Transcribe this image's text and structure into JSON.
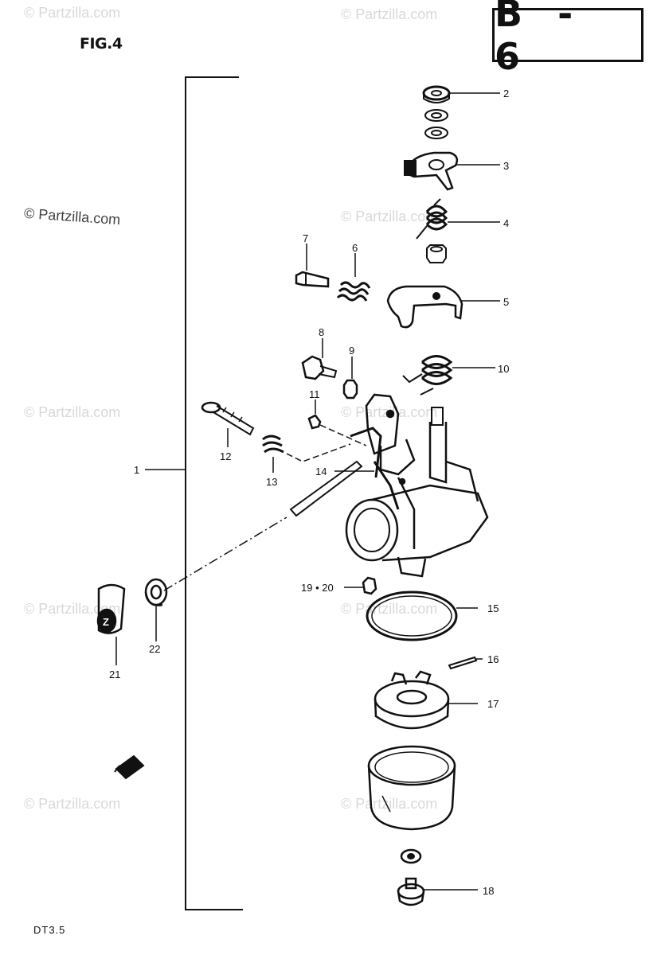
{
  "figure": {
    "label": "FIG.4",
    "section_code": "B - 6",
    "model": "DT3.5"
  },
  "watermark_text": "© Partzilla.com",
  "watermark_positions": [
    "top-left",
    "top-center",
    "mid-left",
    "mid-center",
    "lower-left",
    "lower-center",
    "bottom-left",
    "bottom-center"
  ],
  "featured_watermark": "© Partzilla.com",
  "callouts": {
    "c1": "1",
    "c2": "2",
    "c3": "3",
    "c4": "4",
    "c5": "5",
    "c6": "6",
    "c7": "7",
    "c8": "8",
    "c9": "9",
    "c10": "10",
    "c11": "11",
    "c12": "12",
    "c13": "13",
    "c14": "14",
    "c15": "15",
    "c16": "16",
    "c17": "17",
    "c18": "18",
    "c1920": "19 • 20",
    "c21": "21",
    "c22": "22"
  },
  "colors": {
    "ink": "#111111",
    "watermark": "#b9b9b9",
    "background": "#ffffff"
  }
}
